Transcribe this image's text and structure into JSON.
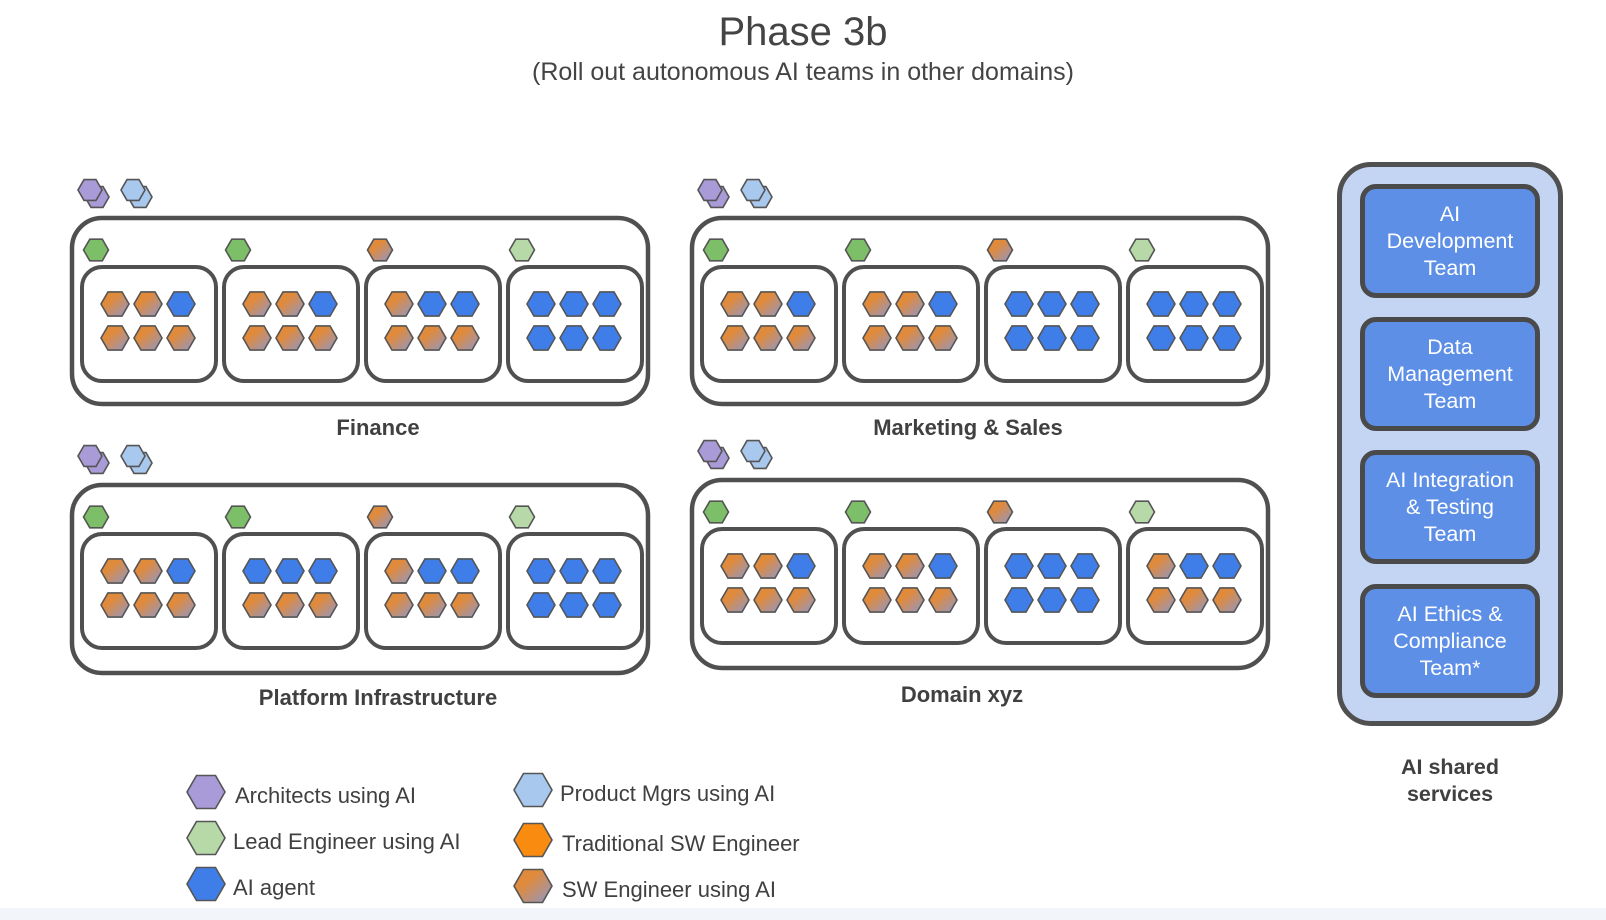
{
  "title": "Phase 3b",
  "subtitle": "(Roll out autonomous AI teams in other domains)",
  "colors": {
    "architect": "#a89bd8",
    "product_mgr": "#a9c8ee",
    "lead_engineer": "#b7d9a8",
    "lead_engineer_strong": "#7cbf68",
    "ai_agent": "#3f7ee8",
    "traditional_engineer": "#f98c10",
    "sw_engineer_ai": [
      "#e08a3c",
      "#8f97c8"
    ],
    "service_fill": "#5d8fe6",
    "shared_panel": "#c4d5f4"
  },
  "domains": [
    {
      "name": "Finance",
      "leads": [
        "lead_engineer_strong",
        "lead_engineer_strong",
        "sw_engineer_ai",
        "lead_engineer"
      ],
      "teams": [
        [
          "sw_engineer_ai",
          "sw_engineer_ai",
          "ai_agent",
          "sw_engineer_ai",
          "sw_engineer_ai",
          "sw_engineer_ai"
        ],
        [
          "sw_engineer_ai",
          "sw_engineer_ai",
          "ai_agent",
          "sw_engineer_ai",
          "sw_engineer_ai",
          "sw_engineer_ai"
        ],
        [
          "sw_engineer_ai",
          "ai_agent",
          "ai_agent",
          "sw_engineer_ai",
          "sw_engineer_ai",
          "sw_engineer_ai"
        ],
        [
          "ai_agent",
          "ai_agent",
          "ai_agent",
          "ai_agent",
          "ai_agent",
          "ai_agent"
        ]
      ]
    },
    {
      "name": "Marketing & Sales",
      "leads": [
        "lead_engineer_strong",
        "lead_engineer_strong",
        "sw_engineer_ai",
        "lead_engineer"
      ],
      "teams": [
        [
          "sw_engineer_ai",
          "sw_engineer_ai",
          "ai_agent",
          "sw_engineer_ai",
          "sw_engineer_ai",
          "sw_engineer_ai"
        ],
        [
          "sw_engineer_ai",
          "sw_engineer_ai",
          "ai_agent",
          "sw_engineer_ai",
          "sw_engineer_ai",
          "sw_engineer_ai"
        ],
        [
          "ai_agent",
          "ai_agent",
          "ai_agent",
          "ai_agent",
          "ai_agent",
          "ai_agent"
        ],
        [
          "ai_agent",
          "ai_agent",
          "ai_agent",
          "ai_agent",
          "ai_agent",
          "ai_agent"
        ]
      ]
    },
    {
      "name": "Platform Infrastructure",
      "leads": [
        "lead_engineer_strong",
        "lead_engineer_strong",
        "sw_engineer_ai",
        "lead_engineer"
      ],
      "teams": [
        [
          "sw_engineer_ai",
          "sw_engineer_ai",
          "ai_agent",
          "sw_engineer_ai",
          "sw_engineer_ai",
          "sw_engineer_ai"
        ],
        [
          "ai_agent",
          "ai_agent",
          "ai_agent",
          "sw_engineer_ai",
          "sw_engineer_ai",
          "sw_engineer_ai"
        ],
        [
          "sw_engineer_ai",
          "ai_agent",
          "ai_agent",
          "sw_engineer_ai",
          "sw_engineer_ai",
          "sw_engineer_ai"
        ],
        [
          "ai_agent",
          "ai_agent",
          "ai_agent",
          "ai_agent",
          "ai_agent",
          "ai_agent"
        ]
      ]
    },
    {
      "name": "Domain xyz",
      "leads": [
        "lead_engineer_strong",
        "lead_engineer_strong",
        "sw_engineer_ai",
        "lead_engineer"
      ],
      "teams": [
        [
          "sw_engineer_ai",
          "sw_engineer_ai",
          "ai_agent",
          "sw_engineer_ai",
          "sw_engineer_ai",
          "sw_engineer_ai"
        ],
        [
          "sw_engineer_ai",
          "sw_engineer_ai",
          "ai_agent",
          "sw_engineer_ai",
          "sw_engineer_ai",
          "sw_engineer_ai"
        ],
        [
          "ai_agent",
          "ai_agent",
          "ai_agent",
          "ai_agent",
          "ai_agent",
          "ai_agent"
        ],
        [
          "sw_engineer_ai",
          "ai_agent",
          "ai_agent",
          "sw_engineer_ai",
          "sw_engineer_ai",
          "sw_engineer_ai"
        ]
      ]
    }
  ],
  "shared_services": {
    "label": "AI shared\nservices",
    "teams": [
      "AI\nDevelopment\nTeam",
      "Data\nManagement\nTeam",
      "AI Integration\n& Testing\nTeam",
      "AI Ethics &\nCompliance\nTeam*"
    ]
  },
  "legend": [
    {
      "key": "architect",
      "label": "Architects using AI"
    },
    {
      "key": "lead_engineer",
      "label": "Lead Engineer using AI"
    },
    {
      "key": "ai_agent",
      "label": "AI agent"
    },
    {
      "key": "product_mgr",
      "label": "Product Mgrs using AI"
    },
    {
      "key": "traditional_engineer",
      "label": "Traditional SW Engineer"
    },
    {
      "key": "sw_engineer_ai",
      "label": "SW Engineer using AI"
    }
  ]
}
